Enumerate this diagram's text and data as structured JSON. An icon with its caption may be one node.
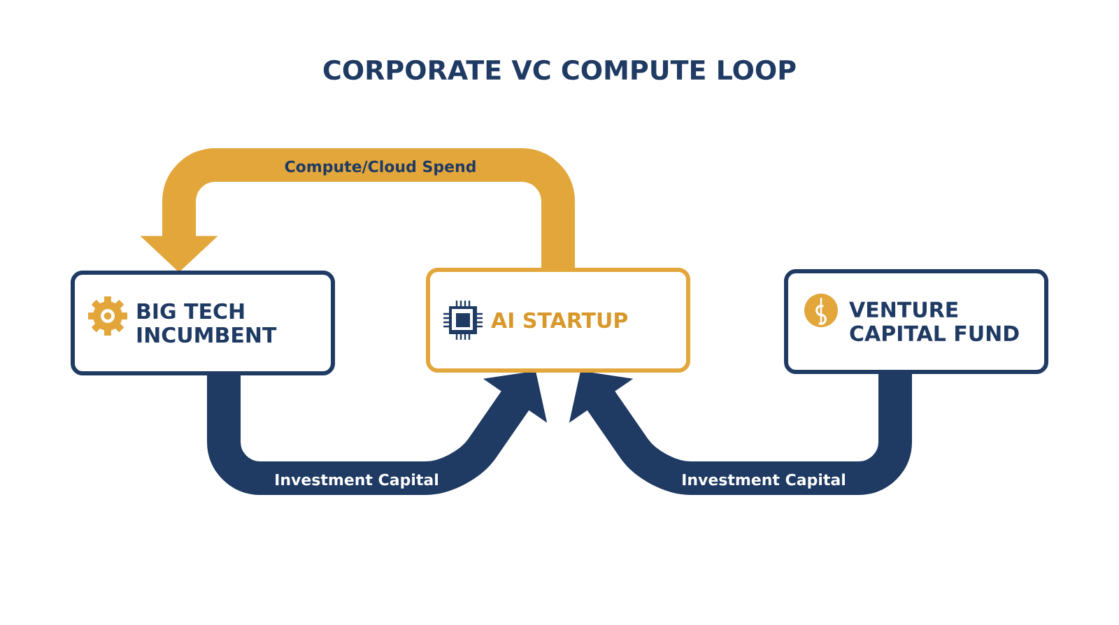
{
  "diagram": {
    "title": "CORPORATE VC COMPUTE LOOP",
    "nodes": [
      {
        "text": [
          "BIG TECH INCUMBENT"
        ]
      },
      {
        "text": [
          "AI STARTUP"
        ]
      },
      {
        "text": [
          "VENTURE CAPITAL FUND"
        ]
      }
    ],
    "edges": [
      {
        "from": 1,
        "to": 0,
        "arrow": "to",
        "label": "Compute/Cloud Spend",
        "color": "#e2a63b"
      },
      {
        "from": 0,
        "to": 1,
        "arrow": "to",
        "label": "Investment Capital"
      },
      {
        "from": 2,
        "to": 1,
        "arrow": "to",
        "label": "Investment Capital"
      }
    ]
  }
}
